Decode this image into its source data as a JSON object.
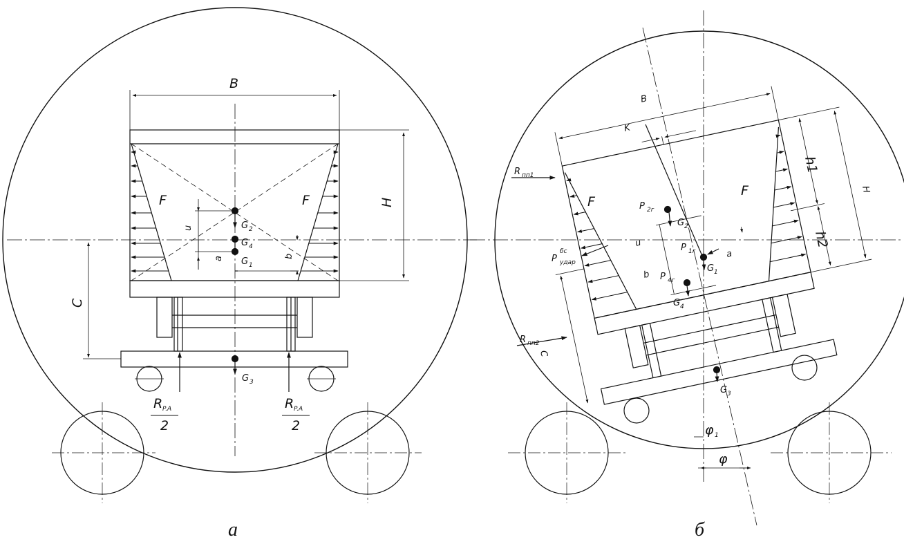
{
  "fig_a": {
    "caption": "а",
    "label_B": "B",
    "label_H": "H",
    "label_C": "C",
    "label_F_left": "F",
    "label_F_right": "F",
    "label_G2": "G",
    "label_G2_sub": "2",
    "label_G4": "G",
    "label_G4_sub": "4",
    "label_G1": "G",
    "label_G1_sub": "1",
    "label_G3": "G",
    "label_G3_sub": "3",
    "label_u": "u",
    "label_a": "a",
    "label_b": "b",
    "label_R_left": "R",
    "label_R_left_sub": "P.A",
    "label_R_left_den": "2",
    "label_R_right": "R",
    "label_R_right_sub": "P.A",
    "label_R_right_den": "2"
  },
  "fig_b": {
    "caption": "б",
    "label_B": "B",
    "label_H": "H",
    "label_K": "K",
    "label_h1": "h1",
    "label_h2": "h2",
    "label_C": "C",
    "label_F_left": "F",
    "label_F_right": "F",
    "label_Rpp1": "R",
    "label_Rpp1_sub": "пп1",
    "label_Rpp2": "R",
    "label_Rpp2_sub": "пп2",
    "label_P2g": "P",
    "label_P2g_sub": "2г",
    "label_P1g": "P",
    "label_P1g_sub": "1г",
    "label_P4g": "P",
    "label_P4g_sub": "4г",
    "label_Pudar": "P",
    "label_Pudar_sup": "бс",
    "label_Pudar_sub": "удар",
    "label_G1": "G",
    "label_G1_sub": "1",
    "label_G2": "G",
    "label_G2_sub": "2",
    "label_G3": "G",
    "label_G3_sub": "3",
    "label_G4": "G",
    "label_G4_sub": "4",
    "label_u": "u",
    "label_a": "a",
    "label_b": "b",
    "label_phi1": "φ",
    "label_phi1_sub": "1",
    "label_phi": "φ"
  }
}
